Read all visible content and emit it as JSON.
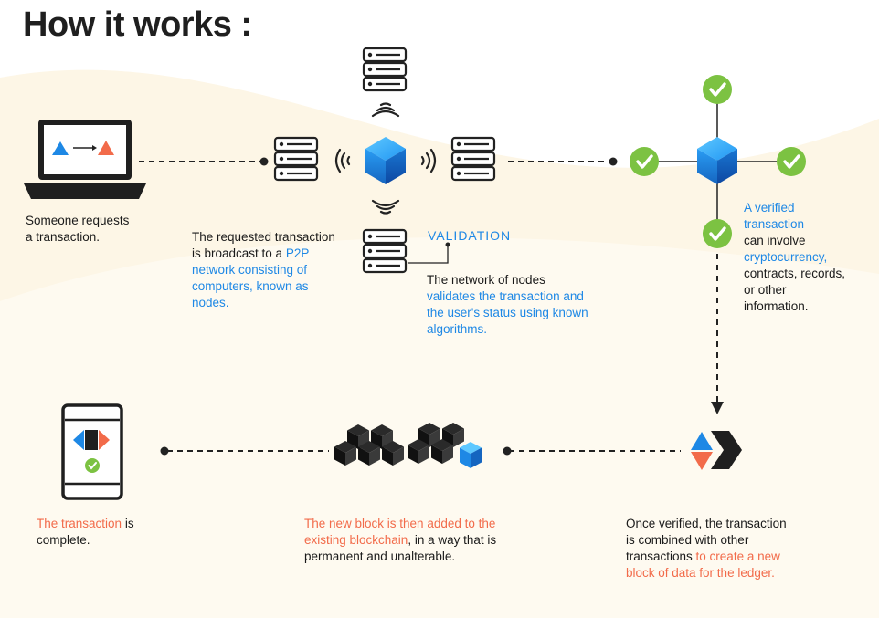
{
  "title": "How it works :",
  "step1": {
    "line1": "Someone requests",
    "line2": "a transaction."
  },
  "step2": {
    "part1": "The requested transaction",
    "part2": "is broadcast to a ",
    "part3": "P2P",
    "part4": "network consisting of",
    "part5": "computers, known as",
    "part6": "nodes."
  },
  "validation_label": "VALIDATION",
  "step3": {
    "line1": "The network of nodes",
    "line2": "validates the transaction and",
    "line3": "the user's status using known",
    "line4": "algorithms."
  },
  "step4": {
    "line1": "A verified",
    "line2": "transaction",
    "line3": "can involve",
    "line4": "cryptocurrency,",
    "line5": "contracts, records,",
    "line6": "or other",
    "line7": "information."
  },
  "step5": {
    "line1": "Once verified, the transaction",
    "line2": "is combined with other",
    "line3a": "transactions ",
    "line3b": "to create a new",
    "line4": "block of data for the ledger."
  },
  "step6": {
    "line1a": "The new block is then added to the",
    "line2a": "existing blockchain",
    "line2b": ", in a way that is",
    "line3": "permanent and unalterable."
  },
  "step7": {
    "line1a": "The transaction",
    "line1b": " is",
    "line2": "complete."
  },
  "colors": {
    "blue": "#1e88e5",
    "orange": "#f26b4a",
    "green": "#7cc242",
    "dark": "#1f1f1f"
  },
  "icons": [
    "laptop-icon",
    "server-icon",
    "wifi-icon",
    "cube-icon",
    "check-icon",
    "blockchain-icon",
    "tablet-icon"
  ]
}
